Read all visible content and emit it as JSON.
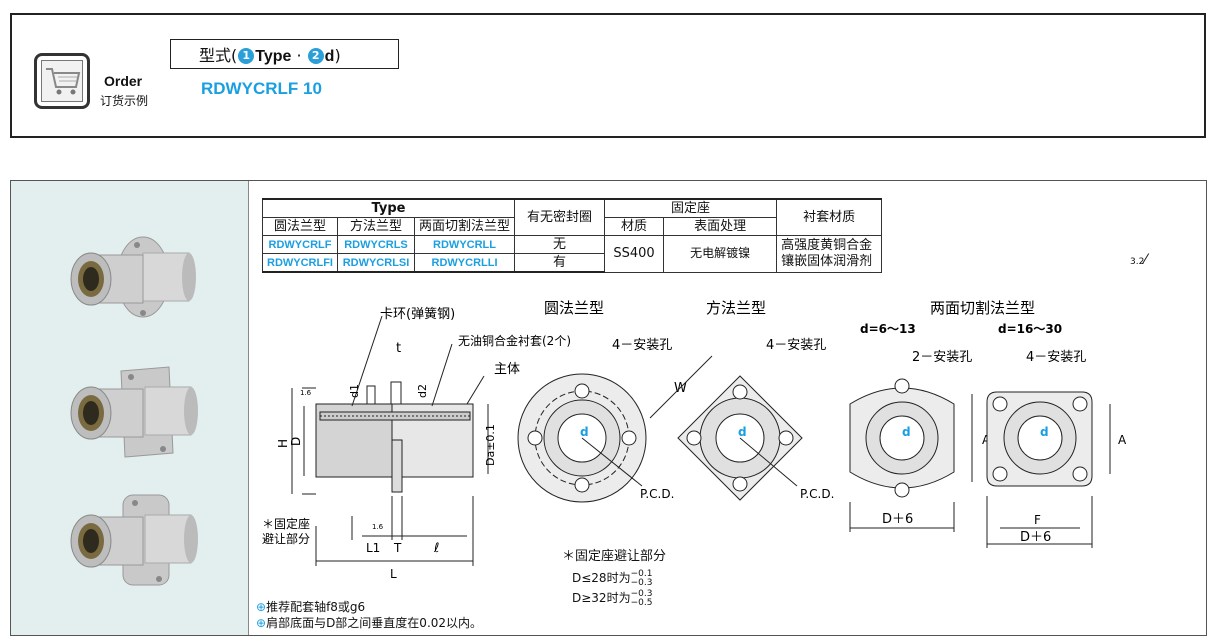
{
  "order": {
    "label": "Order",
    "sublabel": "订货示例",
    "type_prefix": "型式(",
    "num1": "1",
    "type_word": "Type",
    "dot": " · ",
    "num2": "2",
    "d_word": "d",
    "type_suffix": ")",
    "example": "RDWYCRLF 10"
  },
  "table": {
    "type_header": "Type",
    "col_round": "圆法兰型",
    "col_square": "方法兰型",
    "col_cut": "两面切割法兰型",
    "seal_header": "有无密封圈",
    "mount_header": "固定座",
    "material_header": "材质",
    "surface_header": "表面处理",
    "bushing_header": "衬套材质",
    "rows": [
      {
        "round": "RDWYCRLF",
        "square": "RDWYCRLS",
        "cut": "RDWYCRLL",
        "seal": "无"
      },
      {
        "round": "RDWYCRLFI",
        "square": "RDWYCRLSI",
        "cut": "RDWYCRLLI",
        "seal": "有"
      }
    ],
    "material": "SS400",
    "surface": "无电解镀镍",
    "bushing_line1": "高强度黄铜合金",
    "bushing_line2": "镶嵌固体润滑剂"
  },
  "roughness": "3.2",
  "drawing": {
    "title_round": "圆法兰型",
    "title_square": "方法兰型",
    "title_cut": "两面切割法兰型",
    "d_small": "d=6～13",
    "d_large": "d=16～30",
    "snap_ring": "卡环(弹簧钢)",
    "bushing_note": "无油铜合金衬套(2个)",
    "body": "主体",
    "t": "t",
    "d1": "d1",
    "d2": "d2",
    "H": "H",
    "D": "D",
    "Da": "Da±0.1",
    "L1": "L1",
    "T": "T",
    "l": "ℓ",
    "L": "L",
    "r16a": "1.6",
    "r16b": "1.6",
    "mount_relief_1": "＊固定座",
    "mount_relief_2": "避让部分",
    "holes4a": "4－安装孔",
    "holes4b": "4－安装孔",
    "holes2": "2－安装孔",
    "holes4c": "4－安装孔",
    "W": "W",
    "pcd1": "P.C.D.",
    "pcd2": "P.C.D.",
    "d_label": "d",
    "A1": "A",
    "A2": "A",
    "F": "F",
    "D6a": "D＋6",
    "D6b": "D＋6",
    "relief_title": "＊固定座避让部分",
    "tol1_text": "D≤28时为",
    "tol1_up": "−0.1",
    "tol1_down": "−0.3",
    "tol2_text": "D≥32时为",
    "tol2_up": "−0.3",
    "tol2_down": "−0.5"
  },
  "notes": {
    "n1": "推荐配套轴f8或g6",
    "n2": "肩部底面与D部之间垂直度在0.02以内。"
  },
  "colors": {
    "accent": "#1a9fe0",
    "panel": "#e3efee"
  }
}
